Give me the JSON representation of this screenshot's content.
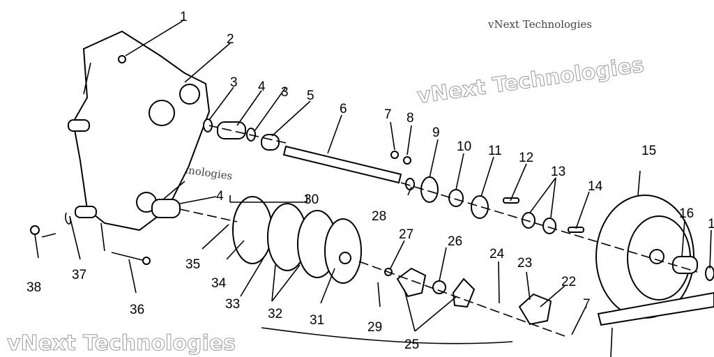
{
  "callouts": [
    "1",
    "2",
    "3",
    "4",
    "3",
    "5",
    "6",
    "7",
    "8",
    "9",
    "10",
    "11",
    "12",
    "13",
    "14",
    "15",
    "16",
    "1",
    "4",
    "30",
    "28",
    "27",
    "26",
    "24",
    "23",
    "22",
    "7",
    "35",
    "34",
    "33",
    "32",
    "31",
    "29",
    "25",
    "38",
    "37",
    "36"
  ],
  "watermark": {
    "line": "vNext Technologies",
    "outline": "vNext Technologies"
  }
}
